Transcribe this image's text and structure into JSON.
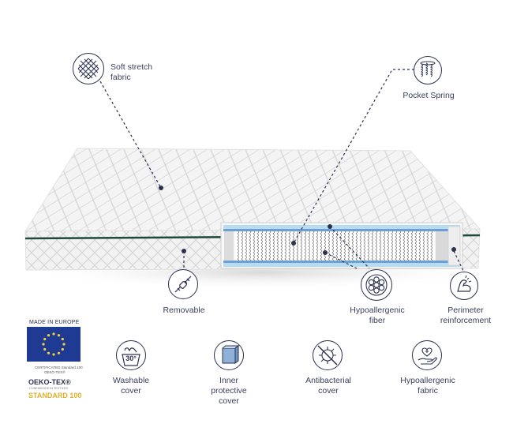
{
  "callouts": {
    "soft_stretch": [
      "Soft stretch",
      "fabric"
    ],
    "pocket_spring": [
      "Pocket Spring"
    ],
    "removable": [
      "Removable"
    ],
    "hypoallergenic_fiber": [
      "Hypoallergenic",
      "fiber"
    ],
    "perimeter": [
      "Perimeter",
      "reinforcement"
    ]
  },
  "features": {
    "washable": [
      "Washable",
      "cover"
    ],
    "inner_cover": [
      "Inner",
      "protective",
      "cover"
    ],
    "antibacterial": [
      "Antibacterial",
      "cover"
    ],
    "hypo_fabric": [
      "Hypoallergenic",
      "fabric"
    ]
  },
  "badges": {
    "made_in": "MADE IN EUROPE",
    "cert_line1": "CERTIFICATED Standard 100",
    "cert_line2": "OEKO-TEX®",
    "oeko_brand": "OEKO-TEX®",
    "oeko_tagline": "CONFIDENCE IN TEXTILES",
    "standard": "STANDARD 100",
    "wash_temp": "30°"
  },
  "colors": {
    "eu_blue": "#1f3a93",
    "eu_star": "#f4d03f",
    "band_green": "#1f4a3a",
    "icon_navy": "#2d3150",
    "standard_gold": "#e0b02a"
  }
}
